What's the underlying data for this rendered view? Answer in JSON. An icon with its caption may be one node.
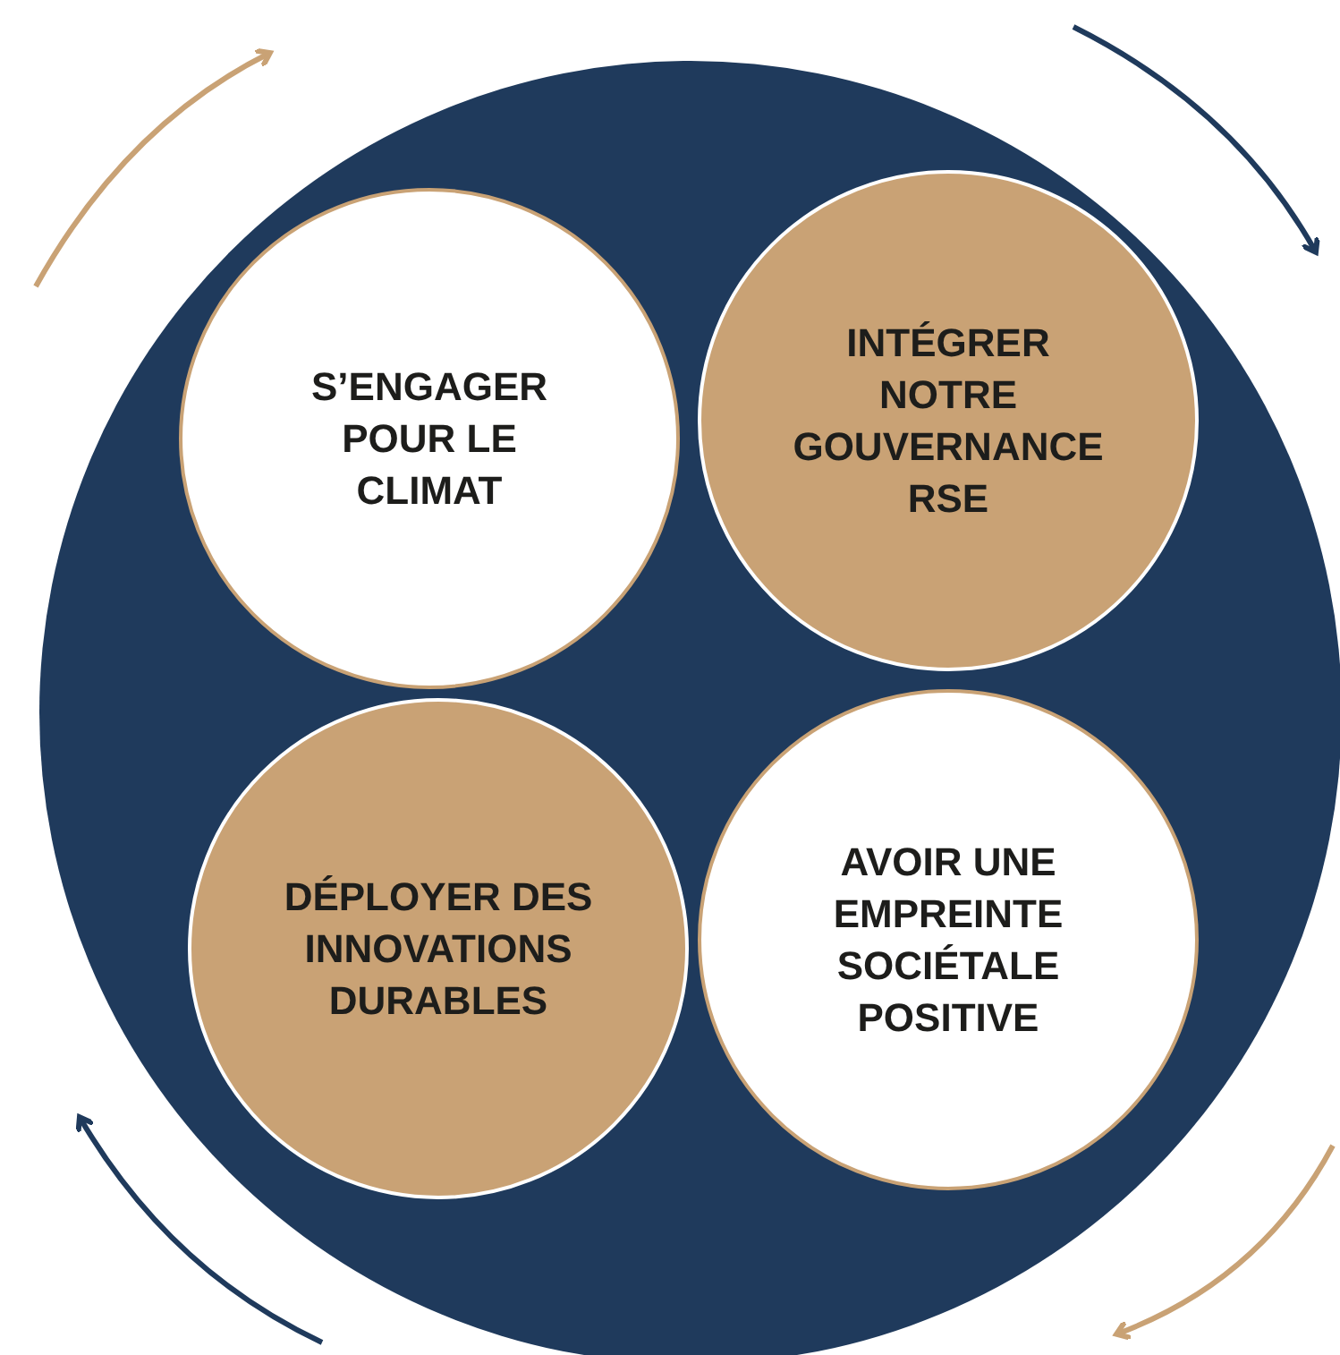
{
  "diagram": {
    "nodes": [
      {
        "text": [],
        "shape": "circle"
      },
      {
        "text": [
          "S’ENGAGER POUR LE CLIMAT"
        ],
        "in": 0
      },
      {
        "text": [
          "INTÉGRER NOTRE GOUVERNANCE RSE"
        ],
        "in": 0
      },
      {
        "text": [
          "DÉPLOYER DES INNOVATIONS DURABLES"
        ],
        "in": 0
      },
      {
        "text": [
          "AVOIR UNE EMPREINTE SOCIÉTALE POSITIVE"
        ],
        "in": 0
      }
    ]
  }
}
